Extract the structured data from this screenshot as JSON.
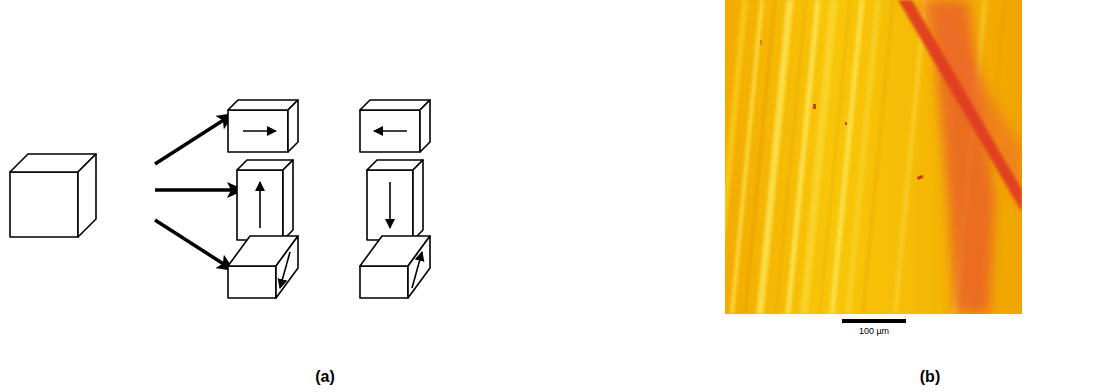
{
  "diagram": {
    "labels": [
      "(a)",
      "(b)",
      "100 µm"
    ]
  }
}
